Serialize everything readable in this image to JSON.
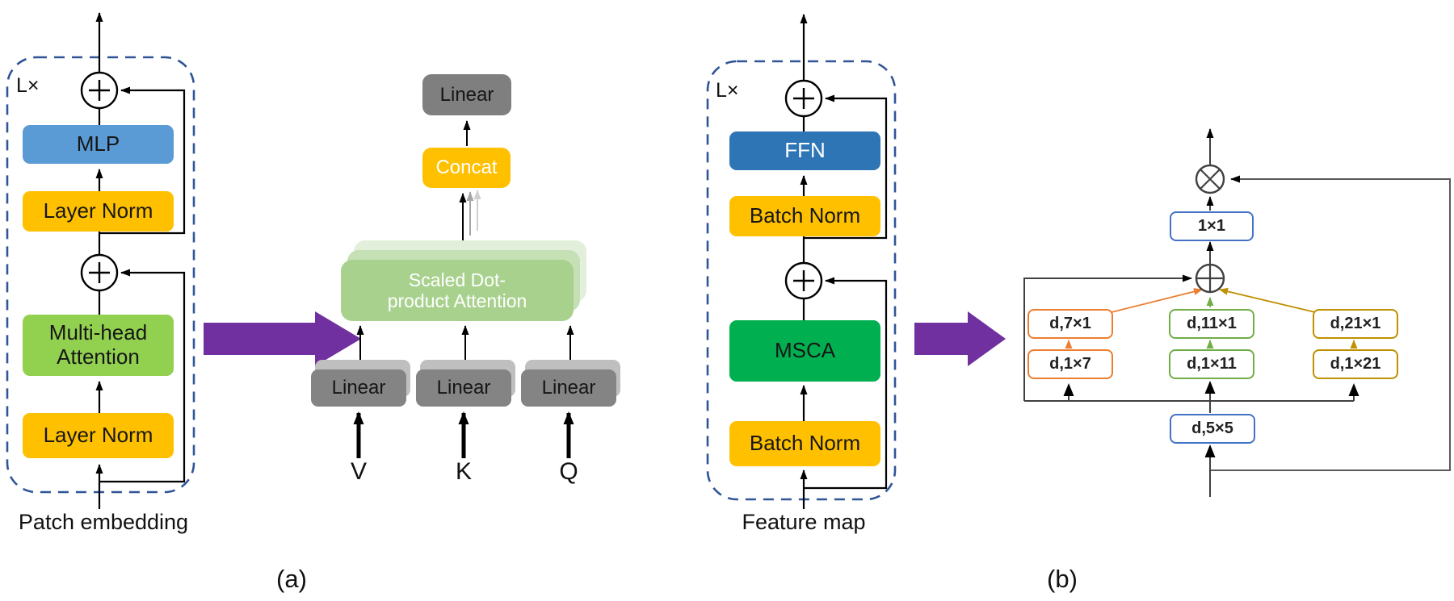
{
  "panel_a": {
    "loop_label": "L×",
    "mlp": "MLP",
    "layer_norm_top": "Layer Norm",
    "attention_lines": [
      "Multi-head",
      "Attention"
    ],
    "layer_norm_bottom": "Layer Norm",
    "input_label": "Patch embedding",
    "caption": "(a)"
  },
  "attention_detail": {
    "output_linear": "Linear",
    "concat": "Concat",
    "sdpa_lines": [
      "Scaled Dot-",
      "product Attention"
    ],
    "projections": [
      {
        "label": "Linear",
        "input": "V"
      },
      {
        "label": "Linear",
        "input": "K"
      },
      {
        "label": "Linear",
        "input": "Q"
      }
    ]
  },
  "panel_b": {
    "loop_label": "L×",
    "ffn": "FFN",
    "batch_norm_top": "Batch Norm",
    "msca": "MSCA",
    "batch_norm_bottom": "Batch Norm",
    "input_label": "Feature map",
    "caption": "(b)"
  },
  "msca_detail": {
    "output_conv": "1×1",
    "conv_5x5": "d,5×5",
    "branches": [
      {
        "top": "d,7×1",
        "bottom": "d,1×7"
      },
      {
        "top": "d,11×1",
        "bottom": "d,1×11"
      },
      {
        "top": "d,21×1",
        "bottom": "d,1×21"
      }
    ]
  },
  "colors": {
    "dashed_outline": "#2F5597",
    "norm_orange": "#FFC000",
    "mlp_blue": "#5B9BD5",
    "ffn_blue": "#2E75B6",
    "mha_green": "#92D050",
    "msca_green": "#00B050",
    "sdpa_green": "#A9D18E",
    "gray_box": "#848484",
    "purple_arrow": "#7030A0",
    "branch_orange": "#ED7D31",
    "branch_green": "#70AD47",
    "branch_gold": "#BF9000",
    "conv_blue": "#4472C4"
  }
}
